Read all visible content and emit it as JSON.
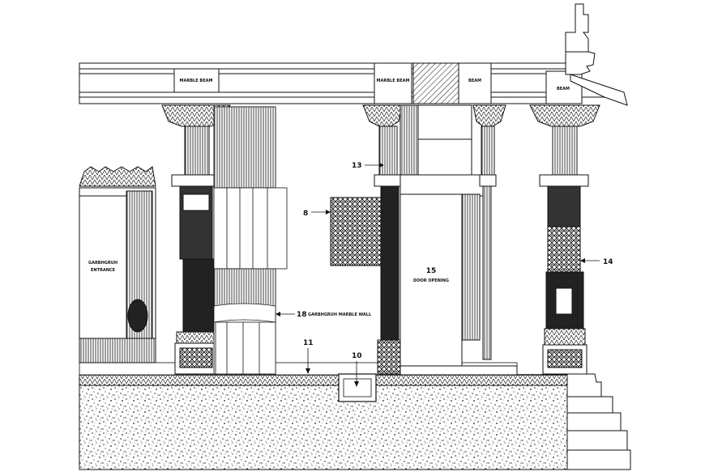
{
  "labels": {
    "beam_1": "MARBLE BEAM",
    "beam_2": "MARBLE BEAM",
    "beam_3": "BEAM",
    "beam_4": "BEAM",
    "entrance_line1": "GARBHGRUH",
    "entrance_line2": "ENTRANCE",
    "door_num": "15",
    "door_text": "DOOR OPENING",
    "wall_num": "18",
    "wall_text": "GARBHGRUH MARBLE WALL"
  },
  "callouts": {
    "c13": "13",
    "c8": "8",
    "c14": "14",
    "c11": "11",
    "c10": "10"
  }
}
